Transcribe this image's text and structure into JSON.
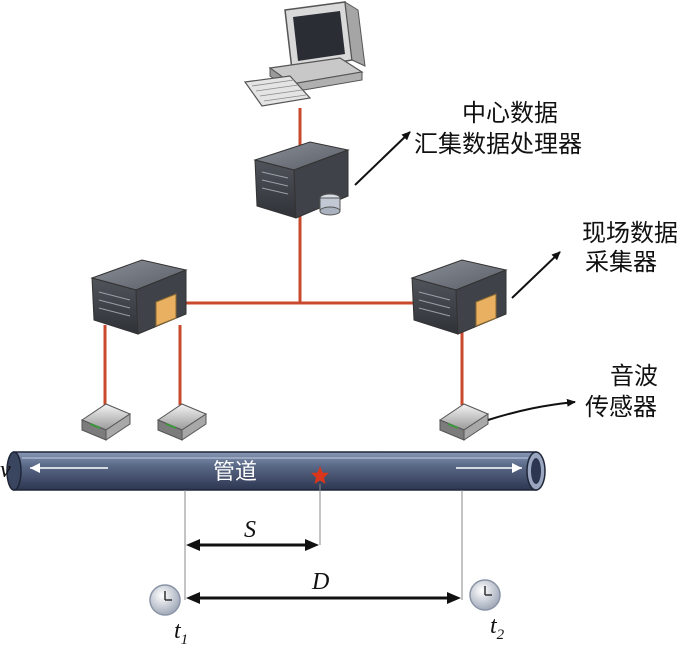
{
  "labels": {
    "central_line1": "中心数据",
    "central_line2": "汇集数据处理器",
    "field_line1": "现场数据",
    "field_line2": "采集器",
    "sensor_line1": "音波",
    "sensor_line2": "传感器",
    "pipe": "管道",
    "velocity": "v",
    "distance_s": "S",
    "distance_d": "D",
    "time_t1": "t",
    "time_t1_sub": "1",
    "time_t2": "t",
    "time_t2_sub": "2"
  },
  "colors": {
    "wire": "#c8492b",
    "pipe_body": "#4a5a78",
    "pipe_highlight": "#8796b4",
    "leak_star": "#d9361c",
    "server_body": "#4b4f56",
    "arrow": "#111111"
  },
  "icons": {
    "computer": "computer-icon",
    "central_server": "server-icon",
    "field_collector": "server-icon",
    "sensor": "acoustic-sensor-icon",
    "clock": "clock-icon",
    "leak": "leak-star-icon"
  }
}
